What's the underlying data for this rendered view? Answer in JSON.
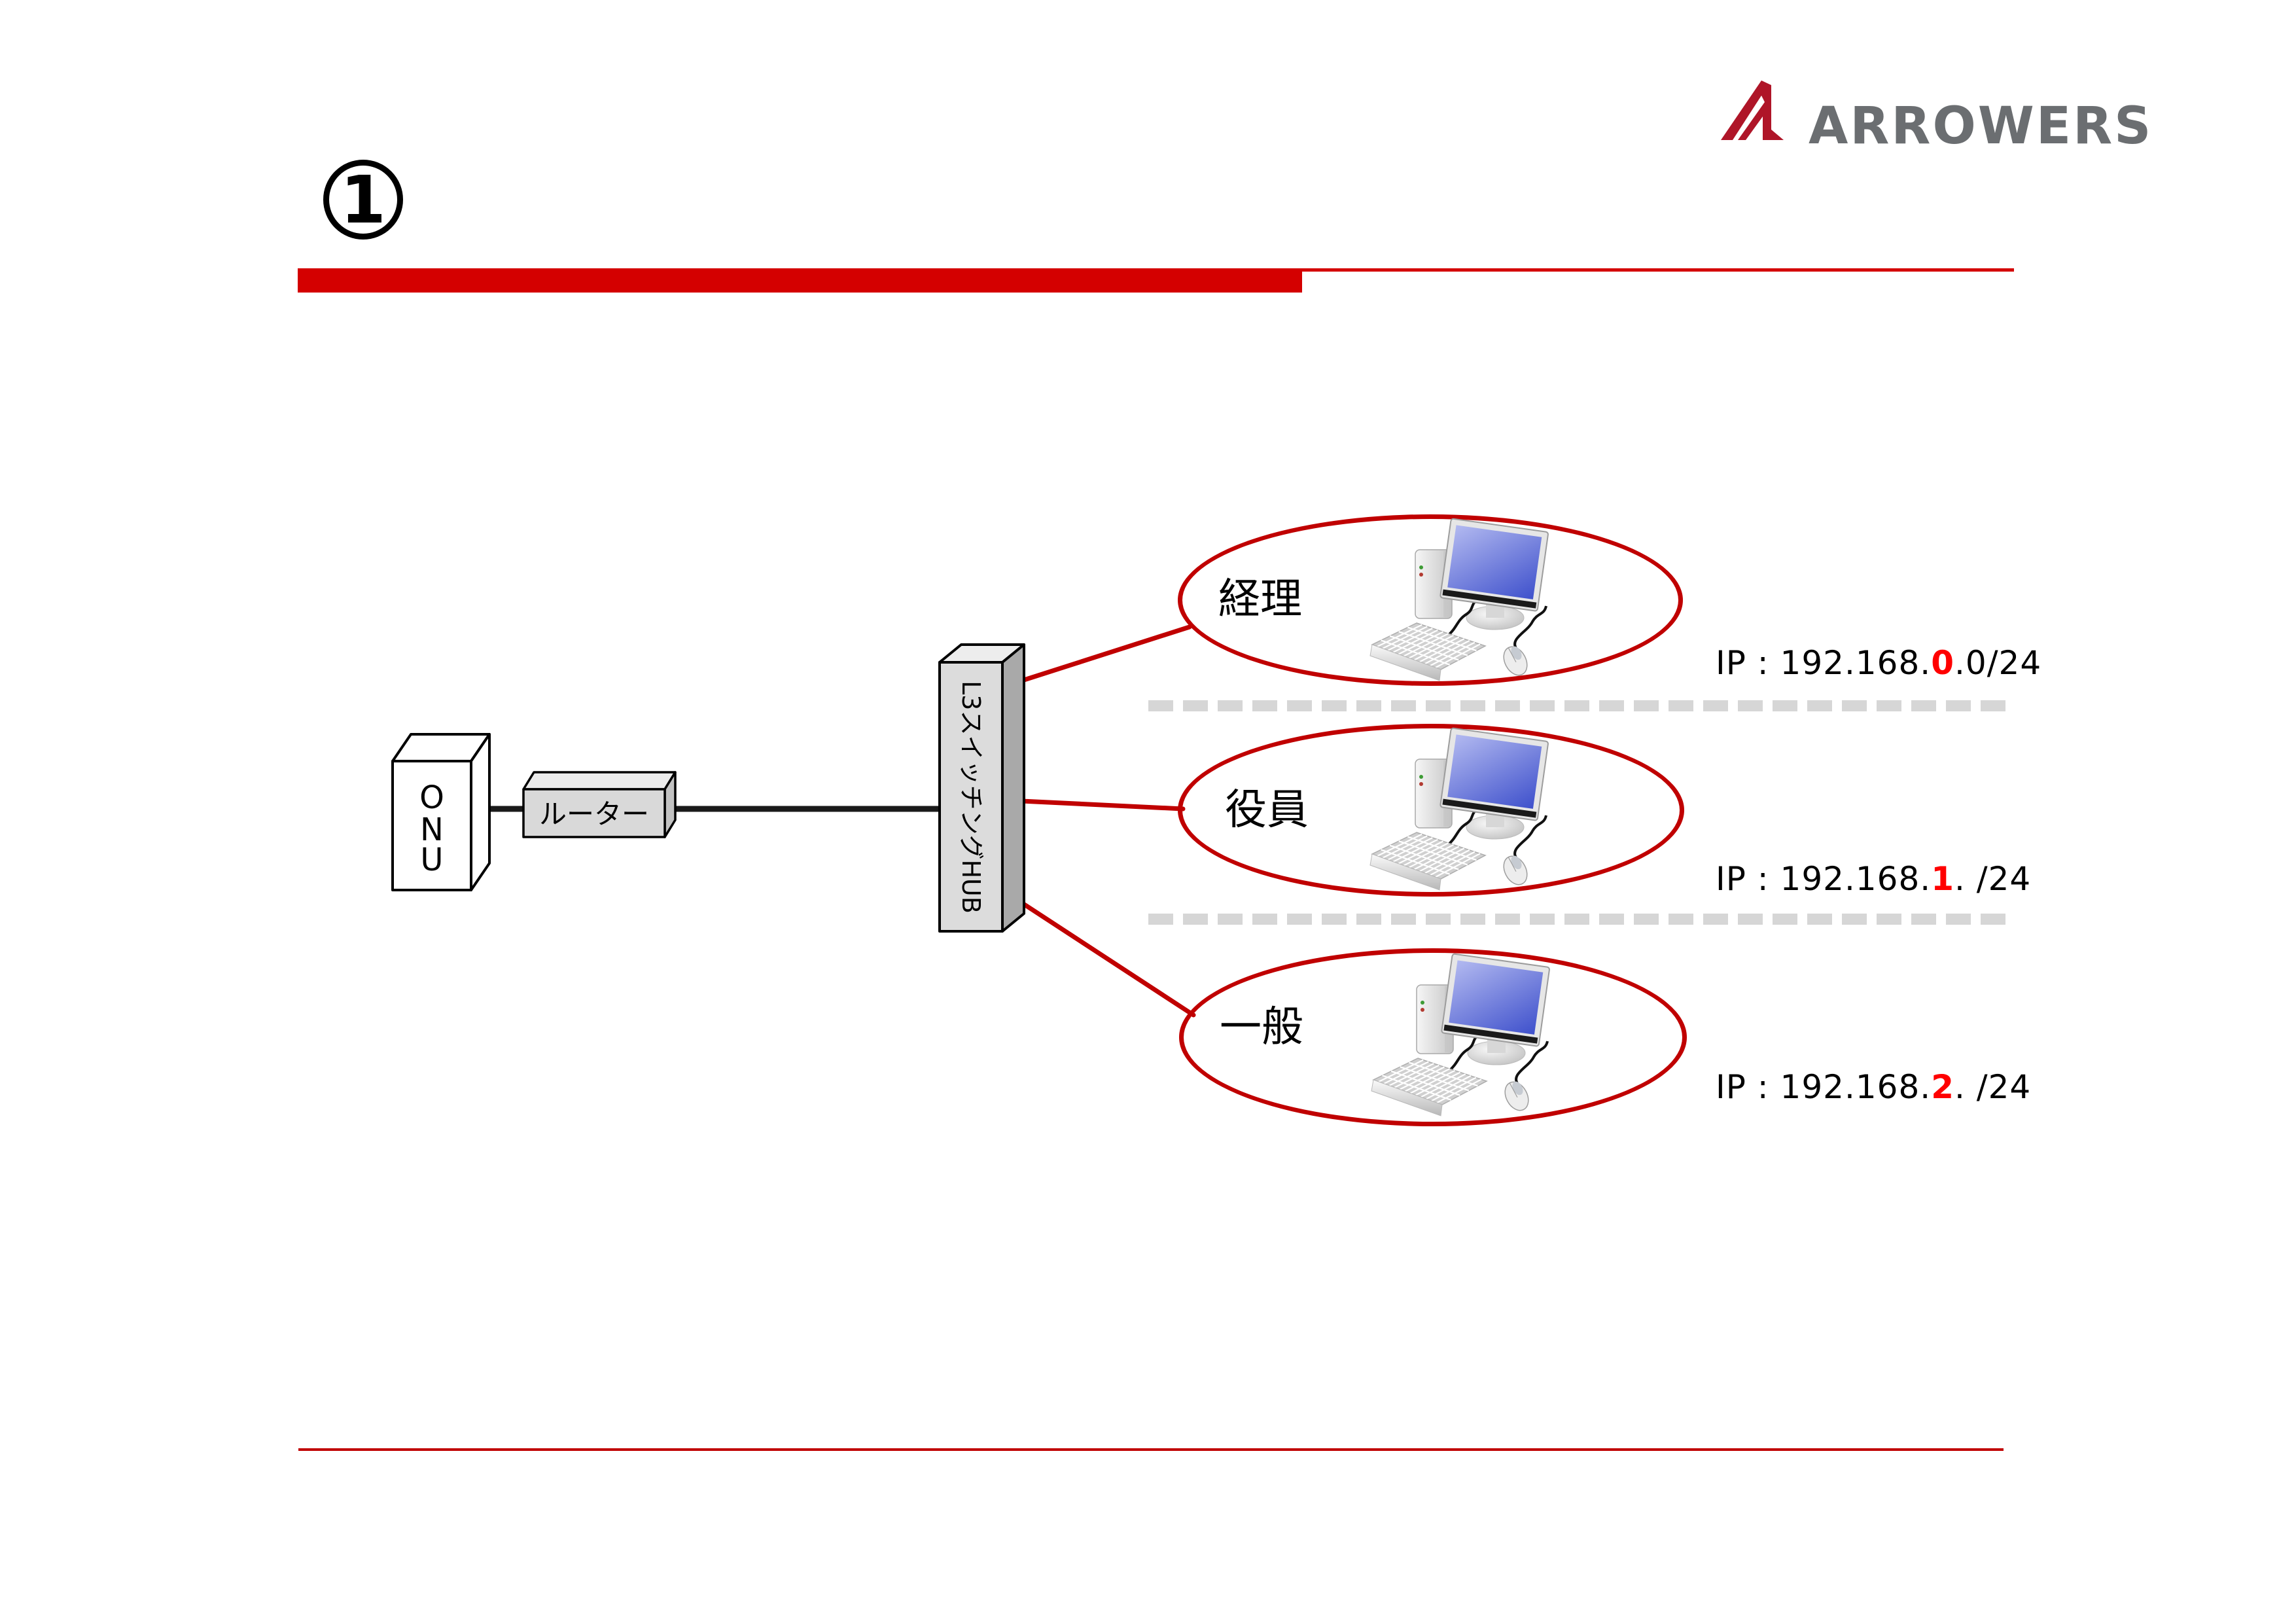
{
  "slide": {
    "number": "1"
  },
  "logo": {
    "text": "ARROWERS"
  },
  "network": {
    "onu": {
      "label": "ONU",
      "chars": [
        "O",
        "N",
        "U"
      ]
    },
    "router": {
      "label": "ルーター"
    },
    "hub": {
      "label": "L3スイッチングHUB"
    }
  },
  "groups": [
    {
      "label": "経理",
      "ip": {
        "prefix": "IP : 192.168.",
        "highlight": "0",
        "suffix": ".0/24"
      }
    },
    {
      "label": "役員",
      "ip": {
        "prefix": "IP : 192.168.",
        "highlight": "1",
        "suffix": ". /24"
      }
    },
    {
      "label": "一般",
      "ip": {
        "prefix": "IP : 192.168.",
        "highlight": "2",
        "suffix": ". /24"
      }
    }
  ],
  "colors": {
    "accent_red": "#C00000",
    "bar_red": "#D40000",
    "ip_highlight_red": "#FF0000",
    "dash_gray": "#D6D6D6",
    "logo_mark_red": "#AF1528",
    "logo_text_gray": "#6B6E71"
  }
}
